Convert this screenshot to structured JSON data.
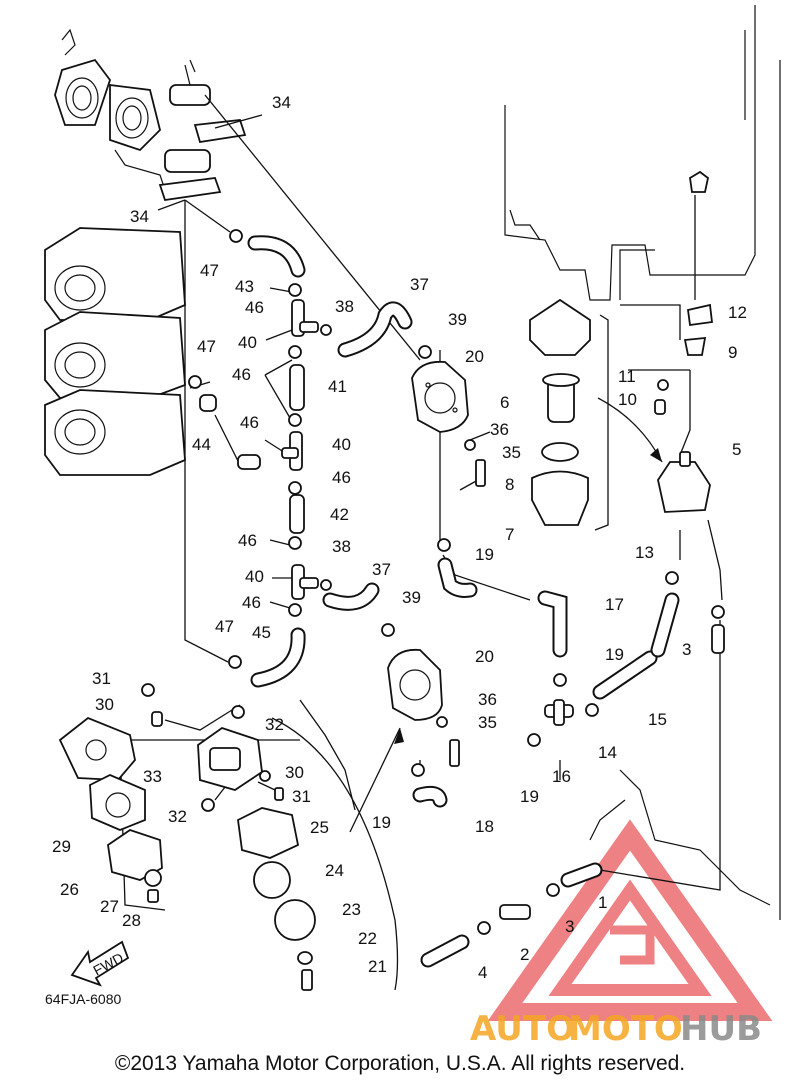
{
  "diagram": {
    "code": "64FJA-6080",
    "fwd_label": "FWD",
    "copyright": "©2013 Yamaha Motor Corporation, U.S.A. All rights reserved.",
    "watermark": {
      "auto": "AUTO",
      "moto": "MOTO",
      "hub": "HUB",
      "color_red": "#e8585a",
      "color_orange": "#f5a623",
      "color_grey": "#8a8a8a"
    },
    "callouts": {
      "c1": "1",
      "c2": "2",
      "c3a": "3",
      "c3b": "3",
      "c4": "4",
      "c5": "5",
      "c6": "6",
      "c7": "7",
      "c8": "8",
      "c9": "9",
      "c10": "10",
      "c11": "11",
      "c12": "12",
      "c13": "13",
      "c14": "14",
      "c15": "15",
      "c16": "16",
      "c17": "17",
      "c18": "18",
      "c19a": "19",
      "c19b": "19",
      "c19c": "19",
      "c19d": "19",
      "c20a": "20",
      "c20b": "20",
      "c21": "21",
      "c22": "22",
      "c23": "23",
      "c24": "24",
      "c25": "25",
      "c26": "26",
      "c27": "27",
      "c28": "28",
      "c29": "29",
      "c30a": "30",
      "c30b": "30",
      "c31a": "31",
      "c31b": "31",
      "c32a": "32",
      "c32b": "32",
      "c33": "33",
      "c34a": "34",
      "c34b": "34",
      "c35a": "35",
      "c35b": "35",
      "c36a": "36",
      "c36b": "36",
      "c37a": "37",
      "c37b": "37",
      "c38a": "38",
      "c38b": "38",
      "c39a": "39",
      "c39b": "39",
      "c40a": "40",
      "c40b": "40",
      "c40c": "40",
      "c41": "41",
      "c42": "42",
      "c43": "43",
      "c44": "44",
      "c45": "45",
      "c46a": "46",
      "c46b": "46",
      "c46c": "46",
      "c46d": "46",
      "c46e": "46",
      "c46f": "46",
      "c47a": "47",
      "c47b": "47",
      "c47c": "47"
    }
  }
}
